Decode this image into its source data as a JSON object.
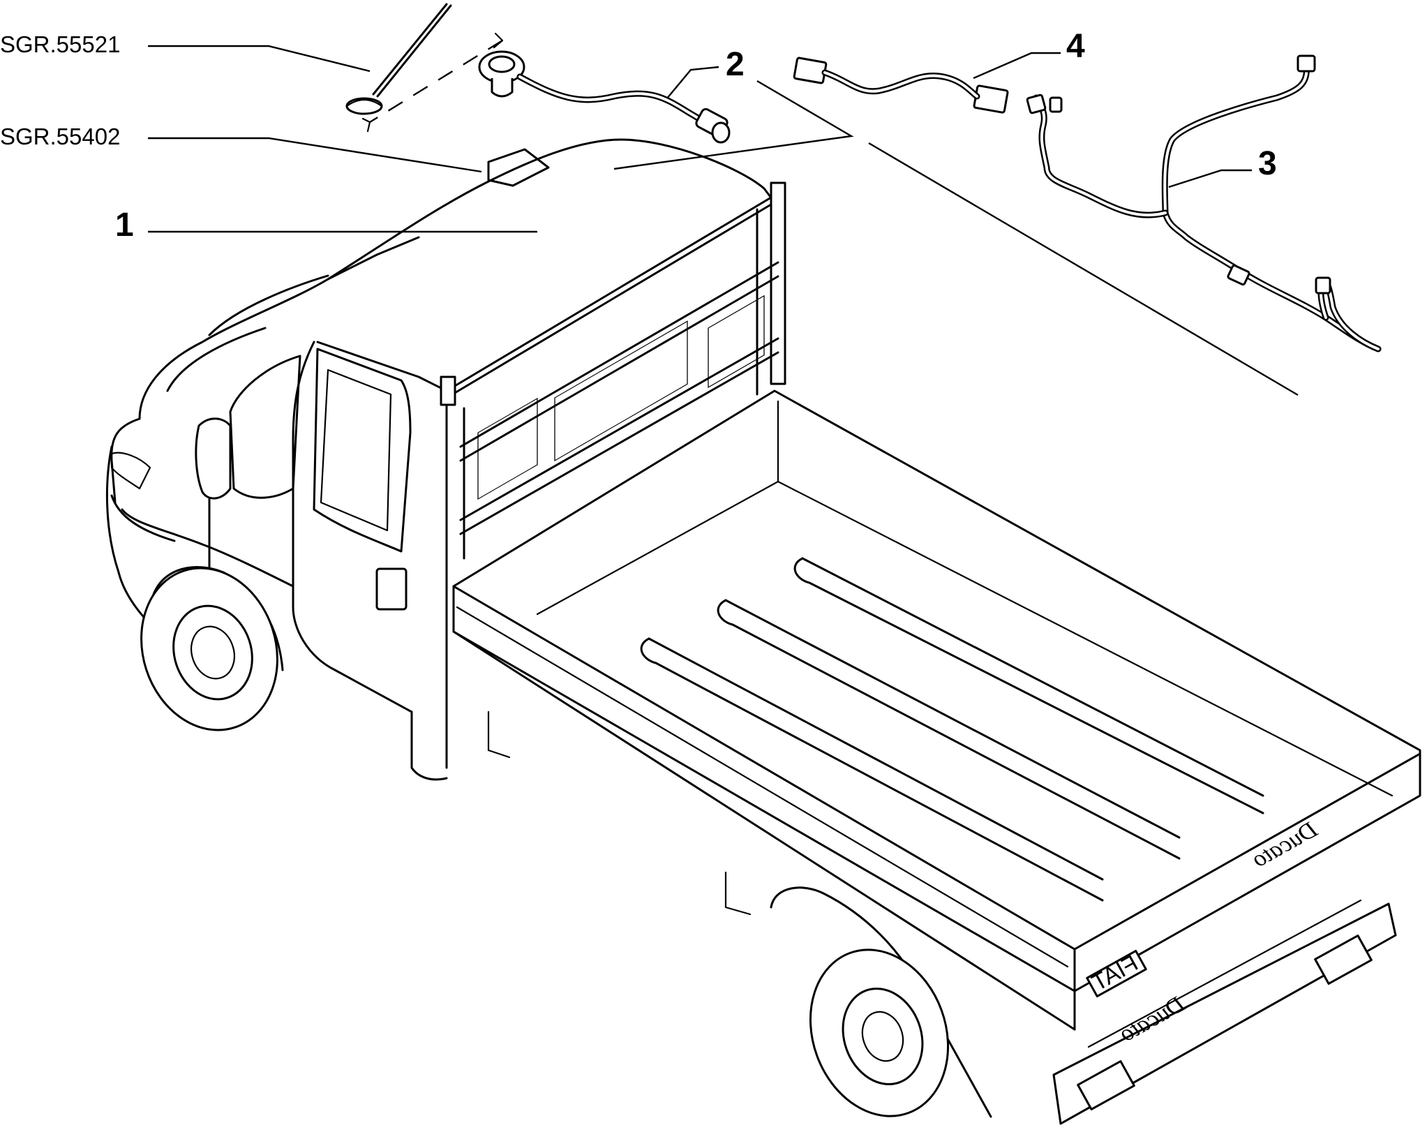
{
  "diagram": {
    "callouts": [
      {
        "id": "ref-55521",
        "text": "SGR.55521"
      },
      {
        "id": "ref-55402",
        "text": "SGR.55402"
      },
      {
        "id": "item-1",
        "text": "1"
      },
      {
        "id": "item-2",
        "text": "2"
      },
      {
        "id": "item-3",
        "text": "3"
      },
      {
        "id": "item-4",
        "text": "4"
      }
    ],
    "vehicle_markings": {
      "tailgate_badge": "Ducato",
      "bumper_badge": "Ducato",
      "maker_plate": "FIAT"
    }
  }
}
